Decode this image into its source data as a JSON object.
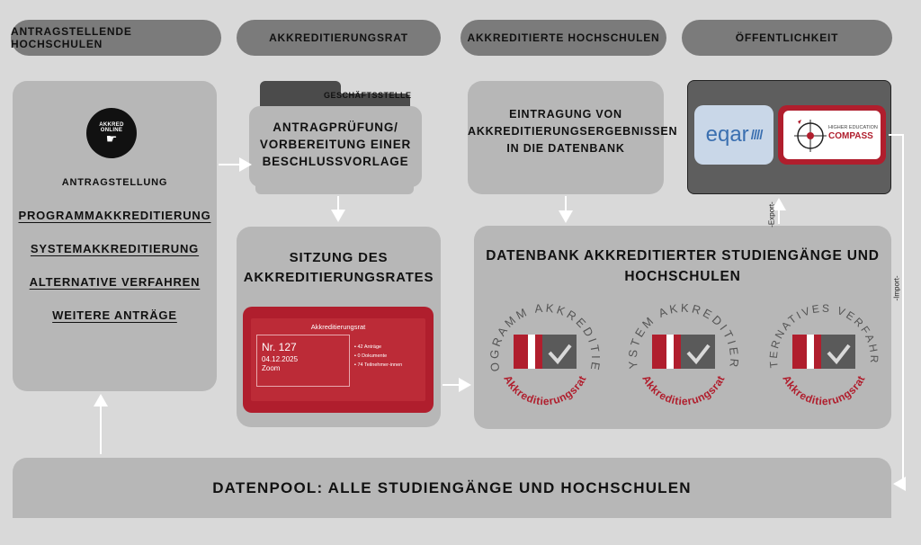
{
  "headers": {
    "applicants": "Antragstellende Hochschulen",
    "council": "Akkreditierungsrat",
    "accredited": "Akkreditierte Hochschulen",
    "public": "Öffentlichkeit"
  },
  "left_panel": {
    "badge_line1": "AKKRED",
    "badge_line2": "ONLINE",
    "title": "Antragstellung",
    "links": [
      "Programmakkreditierung",
      "Systemakkreditierung",
      "Alternative Verfahren",
      "Weitere Anträge"
    ]
  },
  "folder": {
    "tab": "Geschäftsstelle",
    "line1": "Antragprüfung/",
    "line2": "Vorbereitung einer",
    "line3": "Beschlussvorlage"
  },
  "session": {
    "line1": "Sitzung des",
    "line2": "Akkreditierungsrates",
    "card": {
      "title": "Akkreditierungsrat",
      "number": "Nr. 127",
      "date": "04.12.2025",
      "mode": "Zoom",
      "stats": [
        "42 Anträge",
        "0 Dokumente",
        "74 Teilnehmer-innen"
      ]
    }
  },
  "entry": {
    "line1": "Eintragung von",
    "line2": "Akkreditierungsergebnissen",
    "line3": "in die Datenbank"
  },
  "database": {
    "line1": "Datenbank akkreditierter Studiengänge und",
    "line2": "Hochschulen",
    "seals": [
      {
        "arc": "PROGRAMM AKKREDITIERT",
        "bottom": "Akkreditierungsrat"
      },
      {
        "arc": "SYSTEM AKKREDITIERT",
        "bottom": "Akkreditierungsrat"
      },
      {
        "arc": "ALTERNATIVES VERFAHREN",
        "bottom": "Akkreditierungsrat"
      }
    ]
  },
  "public": {
    "eqar": "eqar",
    "compass_small": "HIGHER EDUCATION",
    "compass_big": "COMPASS"
  },
  "labels": {
    "export": "-Export-",
    "import": "-Import-"
  },
  "pool": "Datenpool: Alle Studiengänge und Hochschulen",
  "colors": {
    "background": "#d9d9d9",
    "header": "#7b7b7b",
    "panel": "#b7b7b7",
    "accent_red": "#b01e2d",
    "seal_gray": "#5a5a5a",
    "eqar_blue": "#3a6fb0"
  }
}
